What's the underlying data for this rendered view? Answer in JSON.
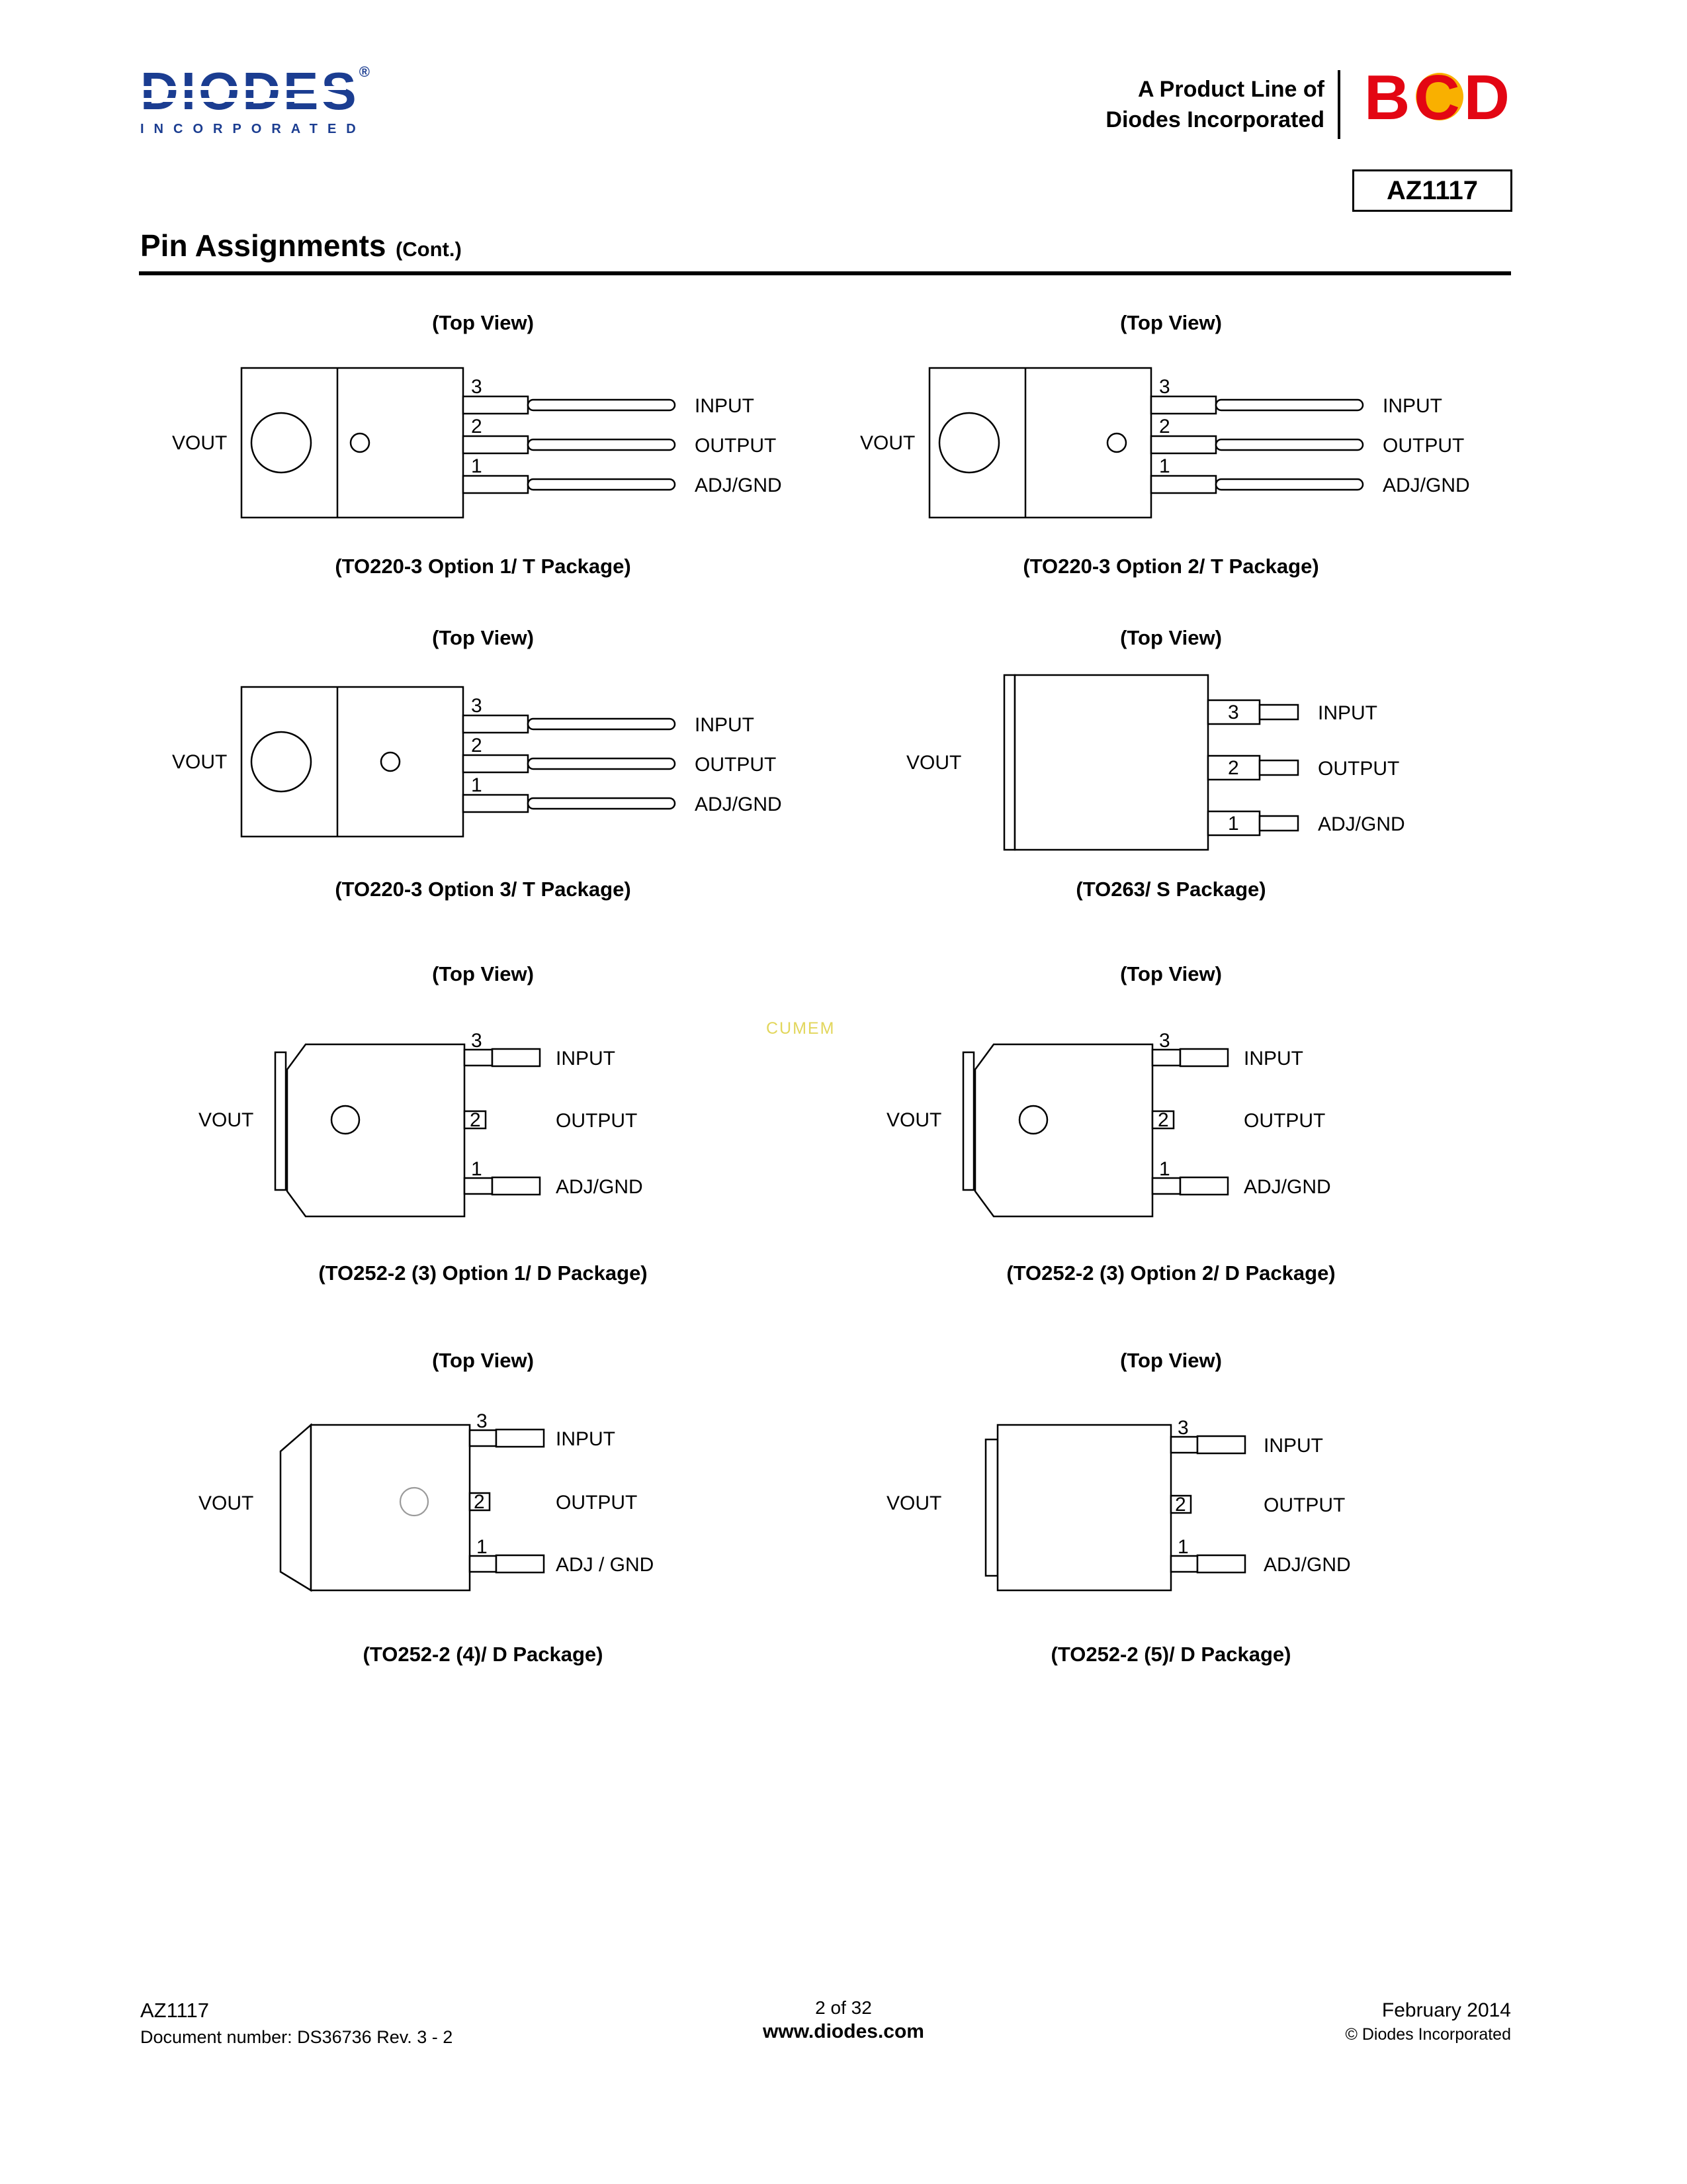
{
  "header": {
    "diodes_logo": {
      "name": "DIODES",
      "registered": "®",
      "sub": "INCORPORATED"
    },
    "product_line": {
      "line1": "A Product Line of",
      "line2": "Diodes Incorporated"
    },
    "bcd_logo": "BCD",
    "part_box": "AZ1117"
  },
  "title": {
    "main": "Pin Assignments",
    "suffix": "(Cont.)"
  },
  "watermark": "CUMEM",
  "diagrams": [
    {
      "top_view": "(Top View)",
      "vout": "VOUT",
      "pins": [
        {
          "num": "3",
          "label": "INPUT"
        },
        {
          "num": "2",
          "label": "OUTPUT"
        },
        {
          "num": "1",
          "label": "ADJ/GND"
        }
      ],
      "caption": "(TO220-3 Option 1/ T Package)"
    },
    {
      "top_view": "(Top View)",
      "vout": "VOUT",
      "pins": [
        {
          "num": "3",
          "label": "INPUT"
        },
        {
          "num": "2",
          "label": "OUTPUT"
        },
        {
          "num": "1",
          "label": "ADJ/GND"
        }
      ],
      "caption": "(TO220-3 Option 2/ T Package)"
    },
    {
      "top_view": "(Top View)",
      "vout": "VOUT",
      "pins": [
        {
          "num": "3",
          "label": "INPUT"
        },
        {
          "num": "2",
          "label": "OUTPUT"
        },
        {
          "num": "1",
          "label": "ADJ/GND"
        }
      ],
      "caption": "(TO220-3 Option 3/ T Package)"
    },
    {
      "top_view": "(Top View)",
      "vout": "VOUT",
      "pins": [
        {
          "num": "3",
          "label": "INPUT"
        },
        {
          "num": "2",
          "label": "OUTPUT"
        },
        {
          "num": "1",
          "label": "ADJ/GND"
        }
      ],
      "caption": "(TO263/ S Package)"
    },
    {
      "top_view": "(Top View)",
      "vout": "VOUT",
      "pins": [
        {
          "num": "3",
          "label": "INPUT"
        },
        {
          "num": "2",
          "label": "OUTPUT"
        },
        {
          "num": "1",
          "label": "ADJ/GND"
        }
      ],
      "caption": "(TO252-2 (3) Option 1/ D Package)"
    },
    {
      "top_view": "(Top View)",
      "vout": "VOUT",
      "pins": [
        {
          "num": "3",
          "label": "INPUT"
        },
        {
          "num": "2",
          "label": "OUTPUT"
        },
        {
          "num": "1",
          "label": "ADJ/GND"
        }
      ],
      "caption": "(TO252-2 (3) Option 2/ D Package)"
    },
    {
      "top_view": "(Top View)",
      "vout": "VOUT",
      "pins": [
        {
          "num": "3",
          "label": "INPUT"
        },
        {
          "num": "2",
          "label": "OUTPUT"
        },
        {
          "num": "1",
          "label": "ADJ / GND"
        }
      ],
      "caption": "(TO252-2 (4)/ D Package)"
    },
    {
      "top_view": "(Top View)",
      "vout": "VOUT",
      "pins": [
        {
          "num": "3",
          "label": "INPUT"
        },
        {
          "num": "2",
          "label": "OUTPUT"
        },
        {
          "num": "1",
          "label": "ADJ/GND"
        }
      ],
      "caption": "(TO252-2 (5)/ D Package)"
    }
  ],
  "footer": {
    "part": "AZ1117",
    "doc_number": "Document number: DS36736  Rev. 3 - 2",
    "page": "2 of 32",
    "website": "www.diodes.com",
    "date": "February 2014",
    "copyright": "© Diodes Incorporated"
  },
  "colors": {
    "logo_blue": "#1b3d91",
    "bcd_red": "#e30613",
    "bcd_yellow": "#f9b000",
    "watermark_yellow": "#ddcf3f"
  }
}
